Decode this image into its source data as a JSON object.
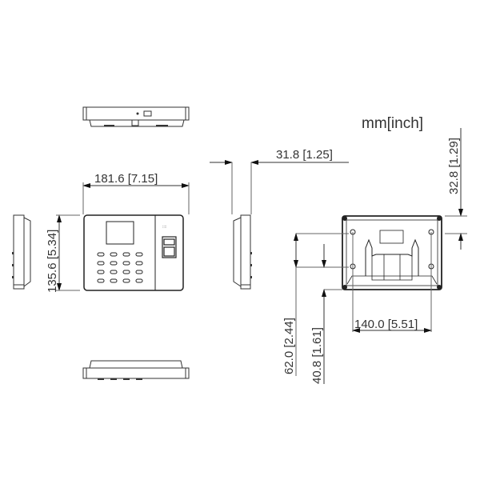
{
  "units_label": "mm[inch]",
  "views": {
    "top": "top-view",
    "front": "front-view",
    "left_side": "left-side-view",
    "right_side": "right-side-view",
    "bottom": "bottom-view",
    "back": "back-view-wall-mount"
  },
  "dimensions": {
    "width": "181.6 [7.15]",
    "height": "135.6 [5.34]",
    "depth": "31.8 [1.25]",
    "top_offset": "32.8 [1.29]",
    "hole_spacing_h": "140.0 [5.51]",
    "hole_vertical_62": "62.0 [2.44]",
    "hole_vertical_40": "40.8 [1.61]"
  },
  "colors": {
    "line": "#333333",
    "fill": "#ffffff"
  }
}
